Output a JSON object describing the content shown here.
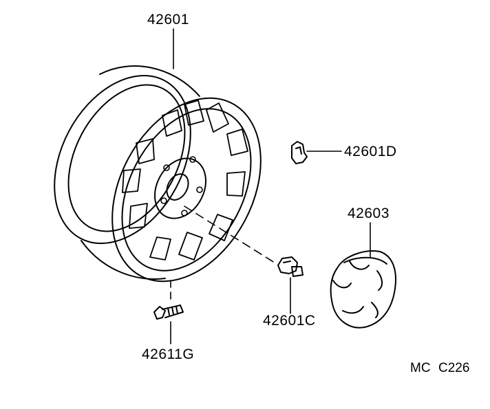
{
  "diagram": {
    "parts": {
      "wheel": "42601",
      "valve": "42601D",
      "hub_cap": "42603",
      "nut": "42601C",
      "stud_bolt": "42611G"
    },
    "drawing_code_prefix": "MC",
    "drawing_code": "C226"
  }
}
